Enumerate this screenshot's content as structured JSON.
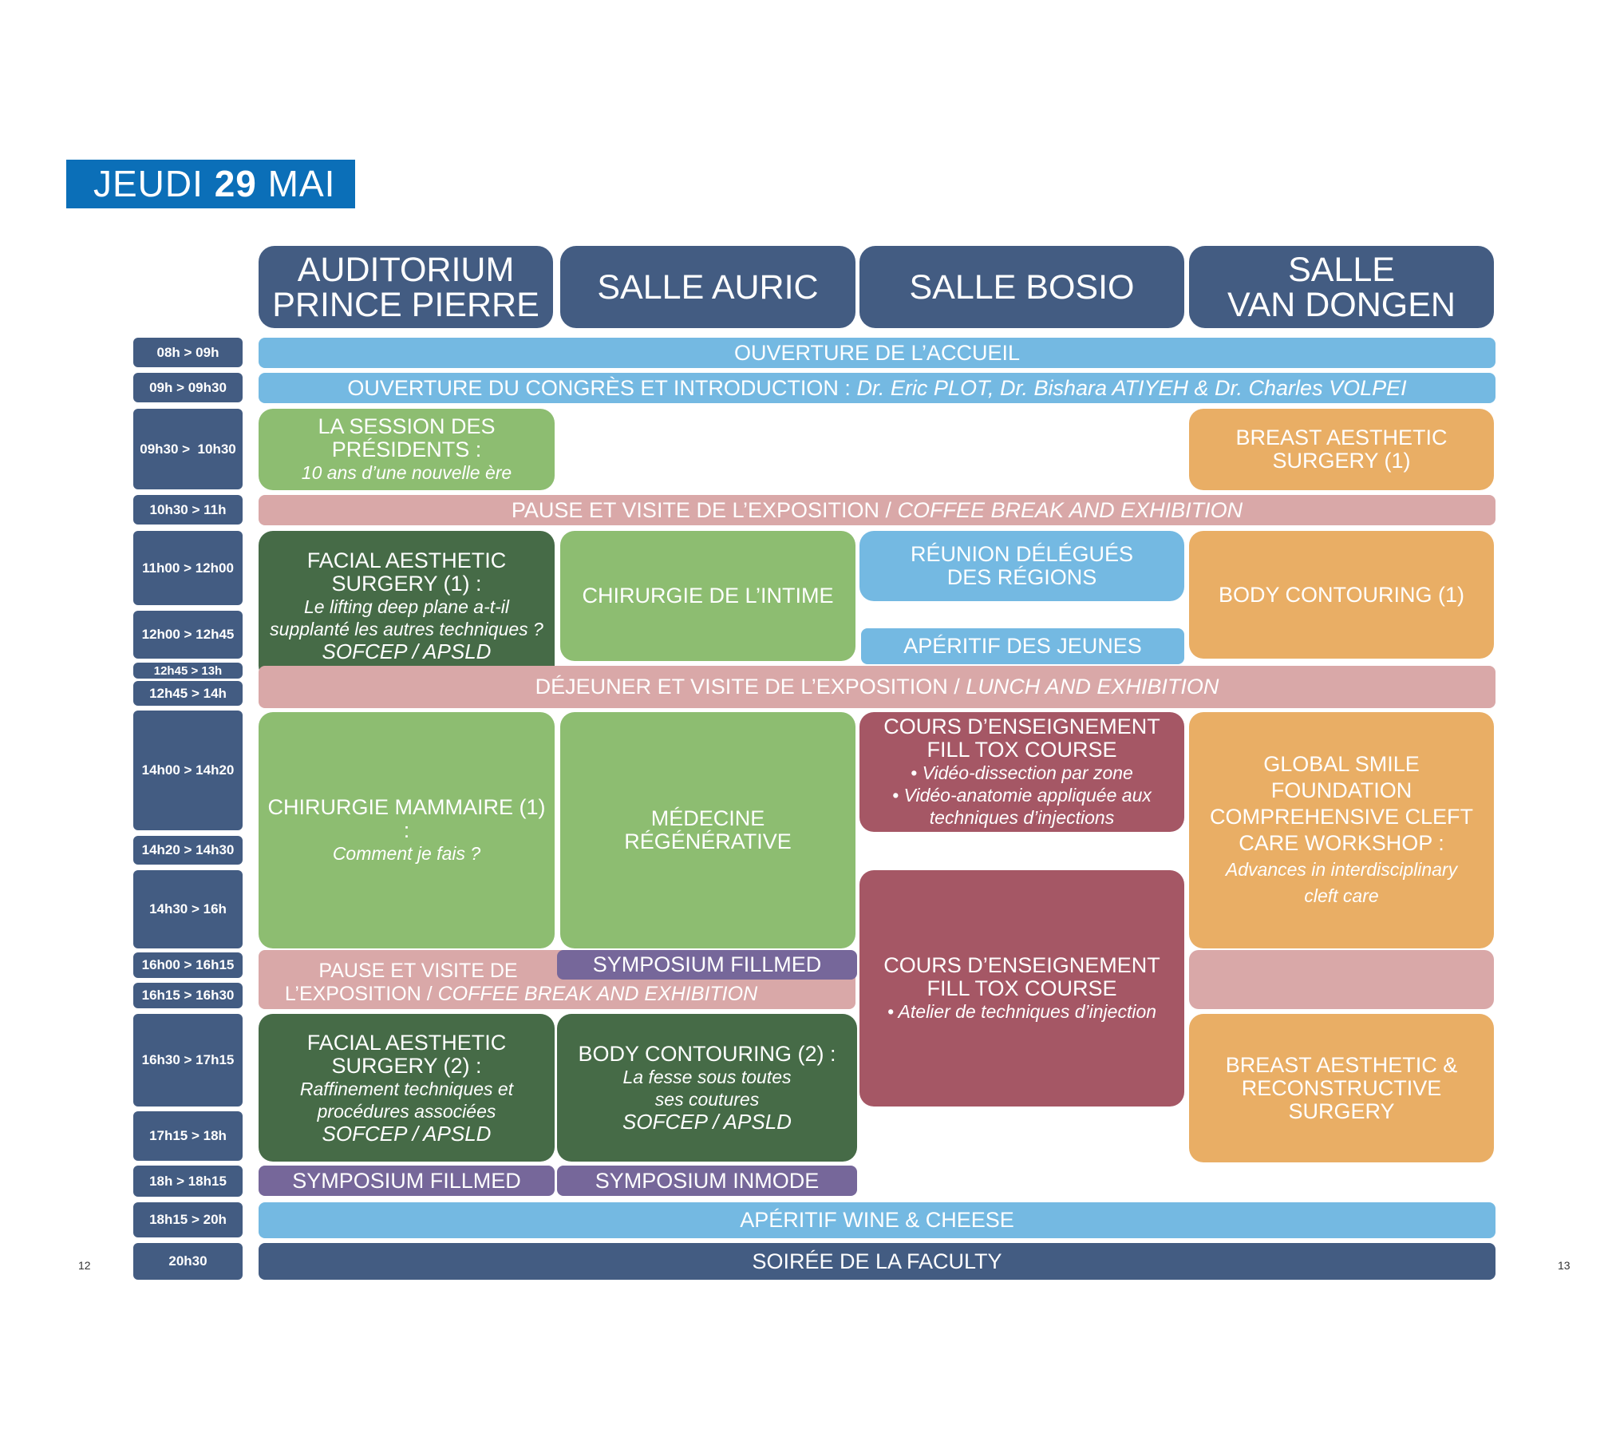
{
  "page": {
    "day_word": "JEUDI",
    "day_number": "29",
    "month": "MAI",
    "page_left": "12",
    "page_right": "13"
  },
  "rooms": [
    {
      "line1": "AUDITORIUM",
      "line2": "PRINCE PIERRE"
    },
    {
      "line1": "SALLE AURIC",
      "line2": ""
    },
    {
      "line1": "SALLE BOSIO",
      "line2": ""
    },
    {
      "line1": "SALLE",
      "line2": "VAN DONGEN"
    }
  ],
  "times": [
    "08h > 09h",
    "09h > 09h30",
    "09h30 >  10h30",
    "10h30 > 11h",
    "11h00 > 12h00",
    "12h00 > 12h45",
    "12h45 > 13h",
    "12h45 > 14h",
    "14h00 > 14h20",
    "14h20 > 14h30",
    "14h30 > 16h",
    "16h00 > 16h15",
    "16h15 > 16h30",
    "16h30 > 17h15",
    "17h15 > 18h",
    "18h > 18h15",
    "18h15 > 20h",
    "20h30"
  ],
  "sessions": {
    "ouverture_accueil": "OUVERTURE DE L’ACCUEIL",
    "ouverture_congres": "OUVERTURE DU CONGRÈS ET INTRODUCTION :",
    "ouverture_congres_speakers": "Dr. Eric PLOT, Dr. Bishara ATIYEH & Dr. Charles VOLPEI",
    "presidents_title": "LA SESSION DES PRÉSIDENTS :",
    "presidents_sub": "10 ans d’une nouvelle ère",
    "breast1": "BREAST AESTHETIC SURGERY (1)",
    "pause1": "PAUSE ET VISITE DE L’EXPOSITION /",
    "pause1_en": "COFFEE BREAK AND EXHIBITION",
    "facial1_title": "FACIAL AESTHETIC SURGERY (1) :",
    "facial1_sub": "Le lifting deep plane a-t-il supplanté les autres techniques ?",
    "facial1_org": "SOFCEP / APSLD",
    "intime": "CHIRURGIE DE L’INTIME",
    "reunion": "RÉUNION DÉLÉGUÉS DES RÉGIONS",
    "aperitif_jeunes": "APÉRITIF DES JEUNES",
    "body1": "BODY CONTOURING (1)",
    "dejeuner": "DÉJEUNER ET VISITE DE L’EXPOSITION /",
    "dejeuner_en": "LUNCH AND EXHIBITION",
    "mammaire_title": "CHIRURGIE MAMMAIRE (1) :",
    "mammaire_sub": "Comment je fais ?",
    "regenerative": "MÉDECINE RÉGÉNÉRATIVE",
    "cours1_title": "COURS D’ENSEIGNEMENT FILL TOX COURSE",
    "cours1_b1": "• Vidéo-dissection par zone",
    "cours1_b2": "• Vidéo-anatomie appliquée aux techniques d’injections",
    "global_title": "GLOBAL SMILE FOUNDATION COMPREHENSIVE CLEFT CARE WORKSHOP :",
    "global_sub": "Advances in interdisciplinary cleft care",
    "pause2": "PAUSE ET VISITE DE",
    "pause2_b": "L’EXPOSITION /",
    "pause2_en": "COFFEE BREAK AND EXHIBITION",
    "symp_fillmed_1": "SYMPOSIUM FILLMED",
    "cours2_title": "COURS D’ENSEIGNEMENT FILL TOX COURSE",
    "cours2_b1": "• Atelier de techniques d’injection",
    "facial2_title": "FACIAL AESTHETIC SURGERY (2) :",
    "facial2_sub": "Raffinement techniques et procédures associées",
    "facial2_org": "SOFCEP / APSLD",
    "body2_title": "BODY CONTOURING (2) :",
    "body2_sub": "La fesse sous toutes ses coutures",
    "body2_org": "SOFCEP / APSLD",
    "breast_recon": "BREAST AESTHETIC & RECONSTRUCTIVE SURGERY",
    "symp_fillmed_2": "SYMPOSIUM FILLMED",
    "symp_inmode": "SYMPOSIUM INMODE",
    "wine": "APÉRITIF WINE & CHEESE",
    "soiree": "SOIRÉE DE LA FACULTY"
  },
  "colors": {
    "navy": "#435c82",
    "light_blue": "#74b9e2",
    "pink": "#d9a8a8",
    "light_green": "#8dbd71",
    "dark_green": "#466b47",
    "orange": "#e9ae65",
    "red": "#a55765",
    "purple": "#76679a",
    "title_blue": "#0b6fb8"
  }
}
